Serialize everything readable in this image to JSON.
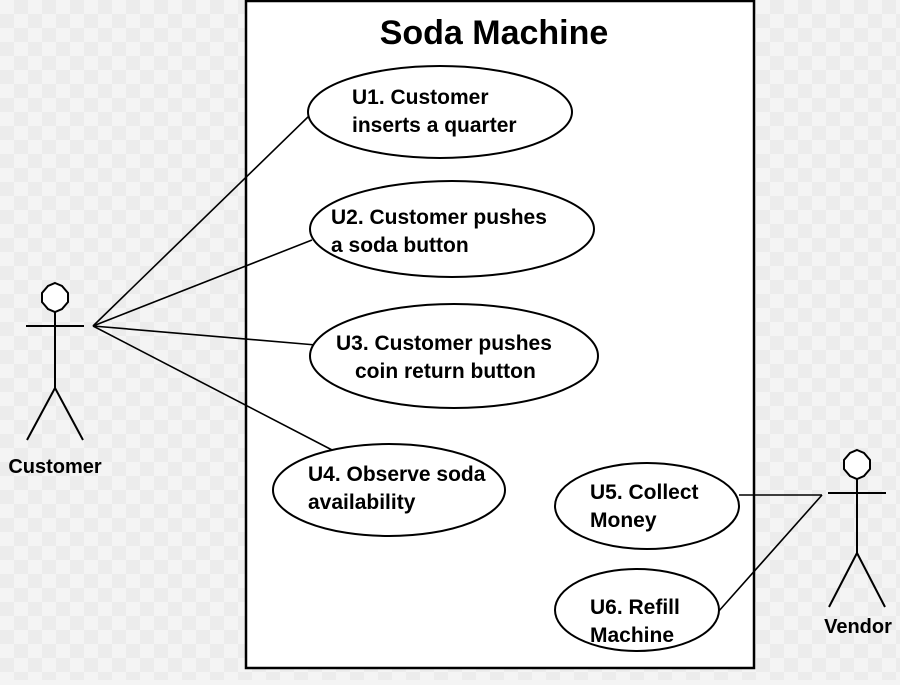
{
  "diagram": {
    "system_title": "Soda Machine",
    "actors": {
      "customer": {
        "label": "Customer"
      },
      "vendor": {
        "label": "Vendor"
      }
    },
    "use_cases": [
      {
        "id": "U1",
        "lines": [
          "U1. Customer",
          "inserts a quarter"
        ]
      },
      {
        "id": "U2",
        "lines": [
          "U2. Customer pushes",
          "a soda button"
        ]
      },
      {
        "id": "U3",
        "lines": [
          "U3. Customer pushes",
          "coin return button"
        ]
      },
      {
        "id": "U4",
        "lines": [
          "U4. Observe soda",
          "availability"
        ]
      },
      {
        "id": "U5",
        "lines": [
          "U5. Collect",
          "Money"
        ]
      },
      {
        "id": "U6",
        "lines": [
          "U6. Refill",
          "Machine"
        ]
      }
    ],
    "associations": [
      {
        "from": "Customer",
        "to": "U1"
      },
      {
        "from": "Customer",
        "to": "U2"
      },
      {
        "from": "Customer",
        "to": "U3"
      },
      {
        "from": "Customer",
        "to": "U4"
      },
      {
        "from": "Vendor",
        "to": "U5"
      },
      {
        "from": "Vendor",
        "to": "U6"
      }
    ]
  }
}
